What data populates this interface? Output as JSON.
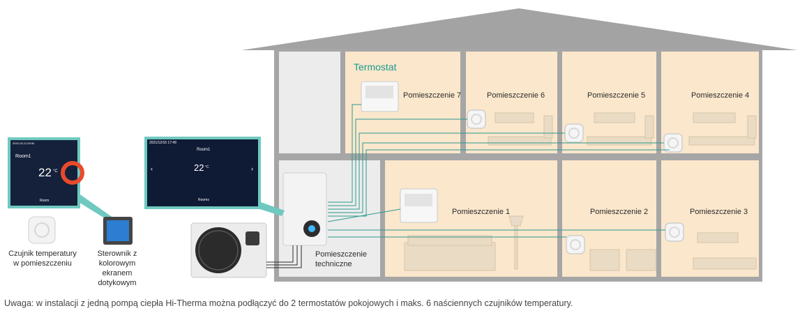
{
  "thermostat_title": "Termostat",
  "rooms": {
    "r1": "Pomieszczenie 1",
    "r2": "Pomieszczenie 2",
    "r3": "Pomieszczenie 3",
    "r4": "Pomieszczenie 4",
    "r5": "Pomieszczenie 5",
    "r6": "Pomieszczenie 6",
    "r7": "Pomieszczenie 7",
    "technical": "Pomieszczenie techniczne"
  },
  "devices": {
    "sensor_caption": "Czujnik temperatury w pomieszczeniu",
    "controller_caption": "Sterownik z kolorowym ekranem dotykowym"
  },
  "screens": {
    "small": {
      "datetime": "2022-03-11 09:50",
      "room": "Room1",
      "temp": "22",
      "unit": "°C",
      "footer": "Room"
    },
    "large": {
      "datetime": "2021/12/16 17:49",
      "room": "Room1",
      "temp": "22",
      "unit": "°C",
      "footer": "Rooms"
    }
  },
  "note": "Uwaga: w instalacji z jedną pompą ciepła Hi-Therma można podłączyć do 2 termostatów pokojowych i maks. 6 naściennych czujników temperatury.",
  "colors": {
    "room_fill": "#fbe7cc",
    "wall": "#a6a6a6",
    "accent": "#1a9a8e",
    "screen_frame": "#6fc9c0"
  }
}
